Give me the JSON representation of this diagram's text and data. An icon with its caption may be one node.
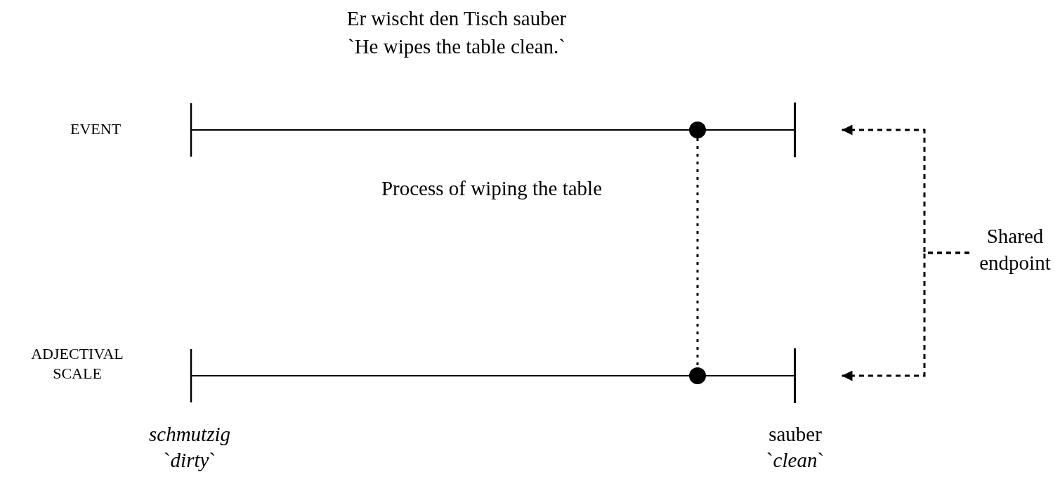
{
  "diagram": {
    "title": "Er wischt den Tisch sauber",
    "nodes": [
      {
        "text": [],
        "shape": "circle"
      },
      {
        "text": [],
        "shape": "bar"
      },
      {
        "text": [
          "Shared endpoint"
        ]
      },
      {
        "text": [],
        "shape": "circle"
      },
      {
        "text": [],
        "shape": "bar"
      }
    ],
    "edges": [
      {
        "from": 0,
        "to": 3,
        "arrow": "none",
        "style": "dashed"
      },
      {
        "from": 2,
        "to": 1,
        "arrow": "to",
        "style": "dashed"
      },
      {
        "from": 2,
        "to": 4,
        "arrow": "to",
        "style": "dashed"
      }
    ],
    "labels": [
      "`He wipes the table clean.`",
      "EVENT",
      "Process of wiping the table",
      "ADJECTIVAL SCALE",
      "schmutzig",
      "`*dirty*`",
      "sauber",
      "`*clean*`"
    ]
  }
}
